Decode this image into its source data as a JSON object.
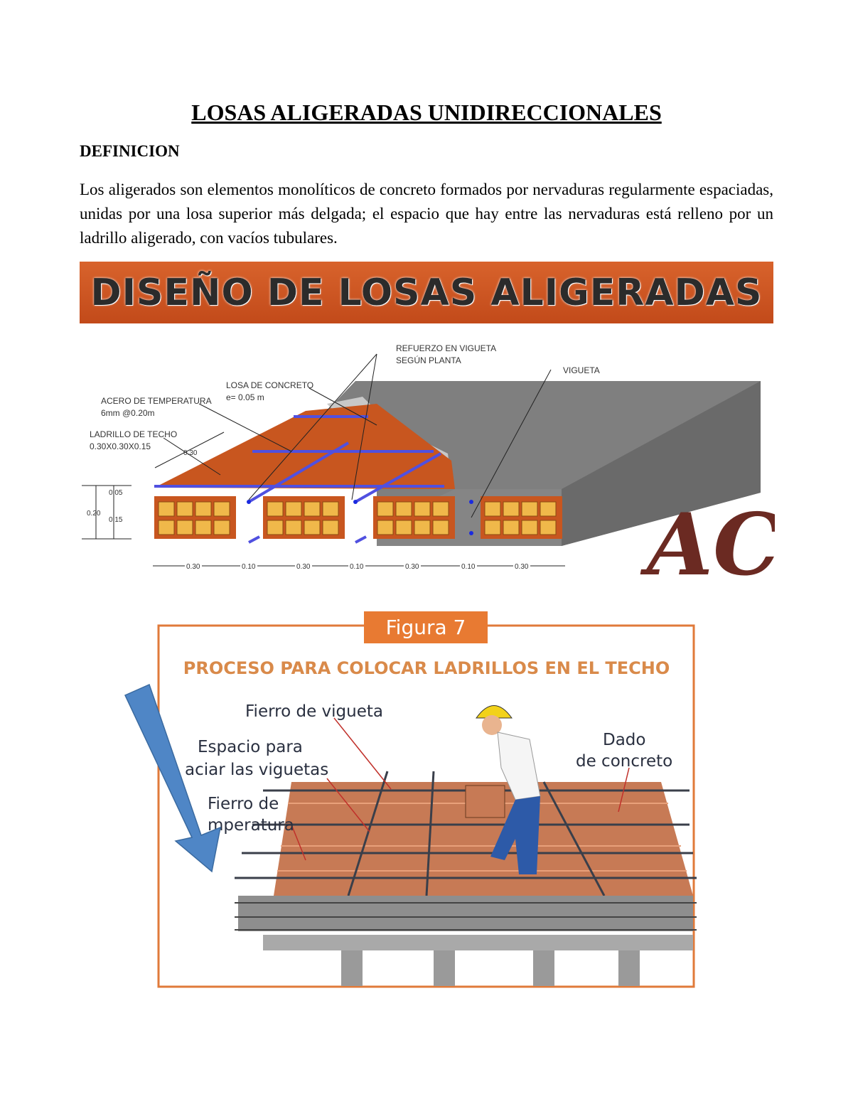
{
  "document": {
    "title": "LOSAS ALIGERADAS UNIDIRECCIONALES",
    "section_heading": "DEFINICION",
    "definition_text": "Los aligerados son elementos monolíticos de concreto formados por nervaduras regularmente espaciadas, unidas por una losa superior más delgada; el espacio que hay entre las nervaduras está relleno por un ladrillo aligerado, con vacíos tubulares."
  },
  "figure1": {
    "banner": "DISEÑO DE LOSAS ALIGERADAS",
    "labels": {
      "refuerzo_1": "REFUERZO EN VIGUETA",
      "refuerzo_2": "SEGÚN PLANTA",
      "vigueta": "VIGUETA",
      "losa_1": "LOSA DE CONCRETO",
      "losa_2": "e= 0.05 m",
      "acero_1": "ACERO DE TEMPERATURA",
      "acero_2": "6mm @0.20m",
      "ladrillo_1": "LADRILLO DE TECHO",
      "ladrillo_2": "0.30X0.30X0.15",
      "depth": "0.30",
      "h005": "0.05",
      "h020": "0.20",
      "h015": "0.15"
    },
    "bottom_dims": [
      "0.30",
      "0.10",
      "0.30",
      "0.10",
      "0.30",
      "0.10",
      "0.30"
    ],
    "logo": "ACI",
    "colors": {
      "brick": "#c8561f",
      "concrete": "#7d7d7d",
      "rebar": "#4040d0",
      "logo": "#6b2a22"
    }
  },
  "figure2": {
    "tag": "Figura 7",
    "title": "PROCESO PARA COLOCAR LADRILLOS EN EL TECHO",
    "labels": {
      "fierro_vigueta": "Fierro de vigueta",
      "espacio_1": "Espacio para",
      "espacio_2": "aciar las viguetas",
      "fierro_temp_1": "Fierro de",
      "fierro_temp_2": "mperatura",
      "dado_1": "Dado",
      "dado_2": "de concreto"
    },
    "colors": {
      "frame": "#e07a3a",
      "title": "#d98a4a",
      "arrow": "#4f86c6"
    }
  }
}
